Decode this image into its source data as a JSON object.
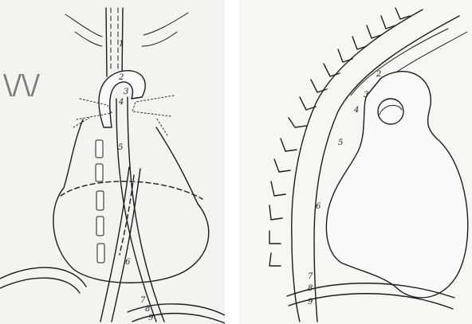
{
  "left_panel": {
    "margin_mark": "\\/\\/",
    "labels": [
      "1",
      "2",
      "3",
      "4",
      "5",
      "6",
      "7",
      "8",
      "9"
    ]
  },
  "right_panel": {
    "labels": [
      "2",
      "3",
      "4",
      "5",
      "6",
      "7",
      "8",
      "9"
    ]
  }
}
